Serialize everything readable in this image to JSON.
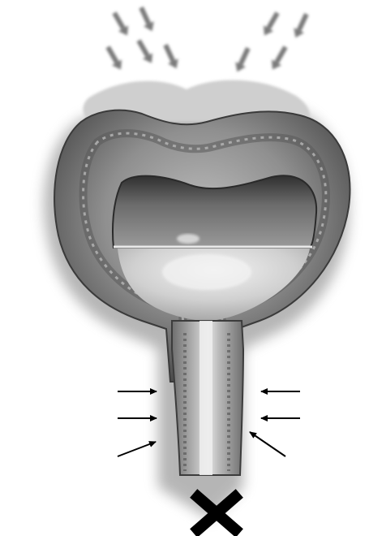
{
  "illustration": {
    "subject": "bladder-cross-section",
    "style": "grayscale",
    "background": "#ffffff",
    "incoming_flow_arrow_count": 9,
    "compression_arrow_count": 6,
    "blocked_outflow_marker": "x-mark",
    "colors": {
      "outer_wall": "#8a8a8a",
      "wall_dark": "#4a4a4a",
      "inner_cavity": "#5c5c5c",
      "fluid": "#d6d6d6",
      "arrow": "#000000",
      "x_mark": "#000000"
    }
  }
}
